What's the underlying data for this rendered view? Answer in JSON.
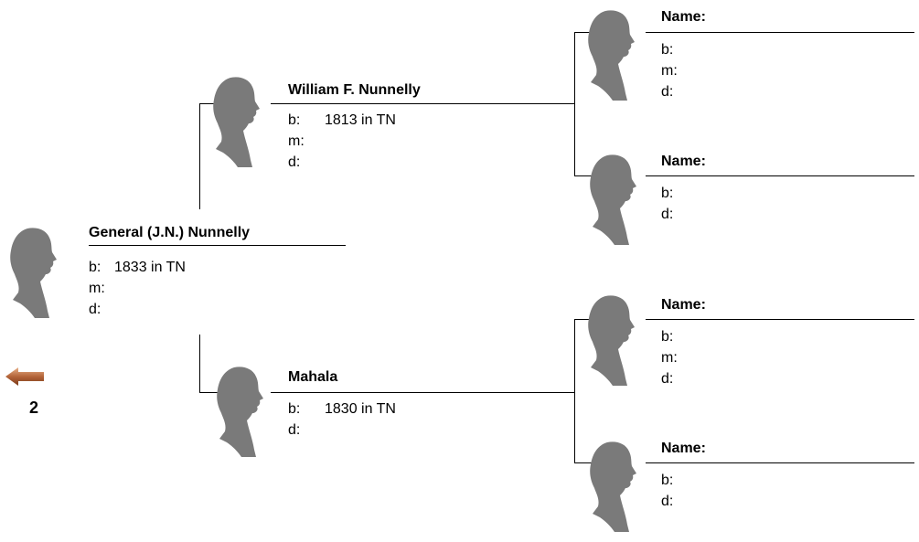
{
  "colors": {
    "line": "#000000",
    "silhouette": "#7a7a7a",
    "arrow": "#a0522d"
  },
  "generation": {
    "number": "2",
    "icon": "back-arrow-icon"
  },
  "root": {
    "name": "General (J.N.) Nunnelly",
    "birth_label": "b:",
    "birth_value": "1833 in TN",
    "marriage_label": "m:",
    "death_label": "d:"
  },
  "father": {
    "name": "William F. Nunnelly",
    "birth_label": "b:",
    "birth_value": "1813 in TN",
    "marriage_label": "m:",
    "death_label": "d:"
  },
  "mother": {
    "name": "Mahala",
    "birth_label": "b:",
    "birth_value": "1830 in TN",
    "death_label": "d:"
  },
  "paternal_grandfather": {
    "name": "Name:",
    "birth_label": "b:",
    "marriage_label": "m:",
    "death_label": "d:"
  },
  "paternal_grandmother": {
    "name": "Name:",
    "birth_label": "b:",
    "death_label": "d:"
  },
  "maternal_grandfather": {
    "name": "Name:",
    "birth_label": "b:",
    "marriage_label": "m:",
    "death_label": "d:"
  },
  "maternal_grandmother": {
    "name": "Name:",
    "birth_label": "b:",
    "death_label": "d:"
  }
}
